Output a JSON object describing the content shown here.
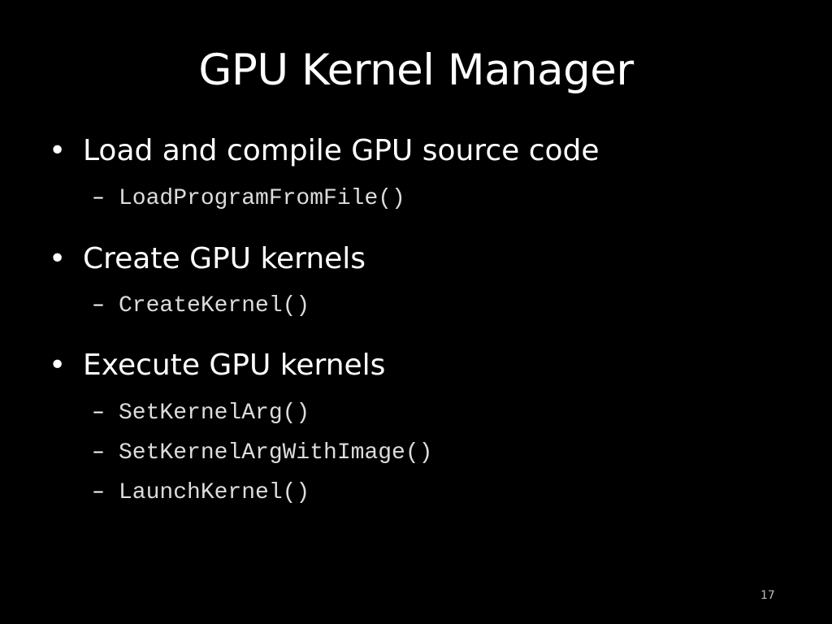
{
  "slide": {
    "title": "GPU Kernel Manager",
    "page_number": "17",
    "bullets": [
      {
        "marker": "•",
        "text": "Load and compile GPU source code",
        "sub_items": [
          {
            "marker": "–",
            "code": "LoadProgramFromFile()"
          }
        ]
      },
      {
        "marker": "•",
        "text": "Create GPU kernels",
        "sub_items": [
          {
            "marker": "–",
            "code": "CreateKernel()"
          }
        ]
      },
      {
        "marker": "•",
        "text": "Execute GPU kernels",
        "sub_items": [
          {
            "marker": "–",
            "code": "SetKernelArg()"
          },
          {
            "marker": "–",
            "code": "SetKernelArgWithImage()"
          },
          {
            "marker": "–",
            "code": "LaunchKernel()"
          }
        ]
      }
    ]
  }
}
